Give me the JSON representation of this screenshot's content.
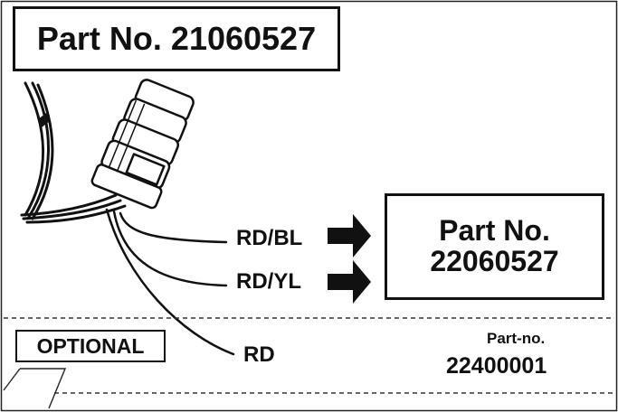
{
  "main_part": {
    "label": "Part No. 21060527"
  },
  "target_part": {
    "line1": "Part No.",
    "line2": "22060527"
  },
  "wires": [
    {
      "label": "RD/BL"
    },
    {
      "label": "RD/YL"
    },
    {
      "label": "RD"
    }
  ],
  "optional": {
    "label": "OPTIONAL",
    "part_caption": "Part-no.",
    "part_number": "22400001"
  },
  "colors": {
    "line": "#111111",
    "background": "#ffffff"
  }
}
